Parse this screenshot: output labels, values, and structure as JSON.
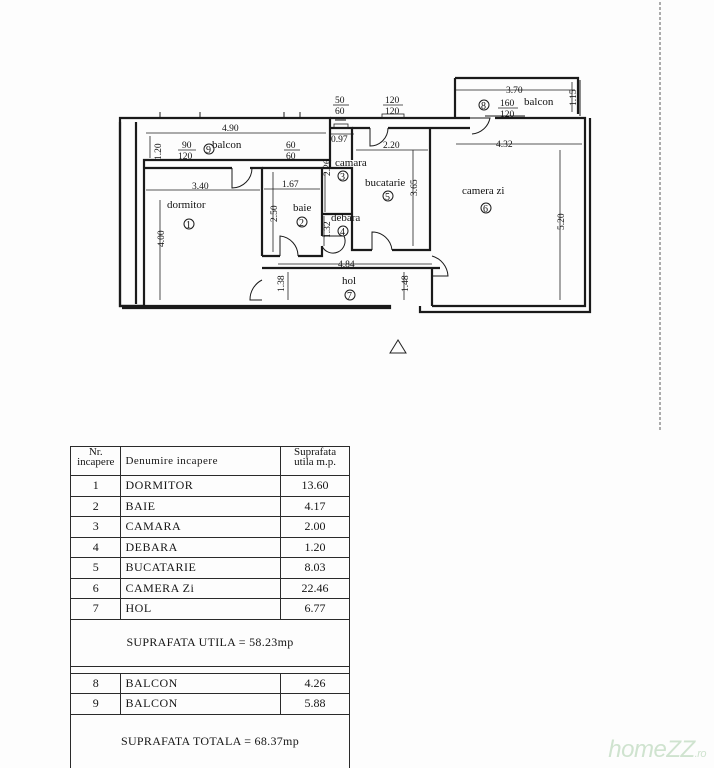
{
  "plan": {
    "dimensions": {
      "d_490": "4.90",
      "d_097": "0.97",
      "d_220": "2.20",
      "d_432": "4.32",
      "d_370": "3.70",
      "d_340": "3.40",
      "d_167": "1.67",
      "d_400": "4.00",
      "d_250": "2.50",
      "d_226": "2.26",
      "d_132": "1.32",
      "d_365": "3.65",
      "d_520": "5.20",
      "d_484": "4.84",
      "d_138": "1.38",
      "d_148": "1.48",
      "d_120": "1.20",
      "d_115": "1.15"
    },
    "windows": {
      "w1_top": "90",
      "w1_bot": "120",
      "w2_top": "60",
      "w2_bot": "60",
      "w3_top": "50",
      "w3_bot": "60",
      "w4_top": "120",
      "w4_bot": "120",
      "w5_top": "160",
      "w5_bot": "120"
    },
    "rooms": {
      "balcon_left": "balcon",
      "camara": "camara",
      "dormitor": "dormitor",
      "baie": "baie",
      "debara": "debara",
      "bucatarie": "bucatarie",
      "camera_zi": "camera zi",
      "hol": "hol",
      "balcon_right": "balcon"
    },
    "room_numbers": {
      "n1": "1",
      "n2": "2",
      "n3": "3",
      "n4": "4",
      "n5": "5",
      "n6": "6",
      "n7": "7",
      "n8": "8",
      "n9": "9"
    }
  },
  "table": {
    "headers": {
      "nr": "Nr. incapere",
      "name": "Denumire incapere",
      "area": "Suprafata utila m.p."
    },
    "rows": [
      {
        "nr": "1",
        "name": "DORMITOR",
        "area": "13.60"
      },
      {
        "nr": "2",
        "name": "BAIE",
        "area": "4.17"
      },
      {
        "nr": "3",
        "name": "CAMARA",
        "area": "2.00"
      },
      {
        "nr": "4",
        "name": "DEBARA",
        "area": "1.20"
      },
      {
        "nr": "5",
        "name": "BUCATARIE",
        "area": "8.03"
      },
      {
        "nr": "6",
        "name": "CAMERA Zi",
        "area": "22.46"
      },
      {
        "nr": "7",
        "name": "HOL",
        "area": "6.77"
      }
    ],
    "utila": "SUPRAFATA UTILA = 58.23mp",
    "balcony_rows": [
      {
        "nr": "8",
        "name": "BALCON",
        "area": "4.26"
      },
      {
        "nr": "9",
        "name": "BALCON",
        "area": "5.88"
      }
    ],
    "totala": "SUPRAFATA TOTALA = 68.37mp"
  },
  "logo": {
    "text": "homeZZ",
    "suffix": ".ro"
  }
}
